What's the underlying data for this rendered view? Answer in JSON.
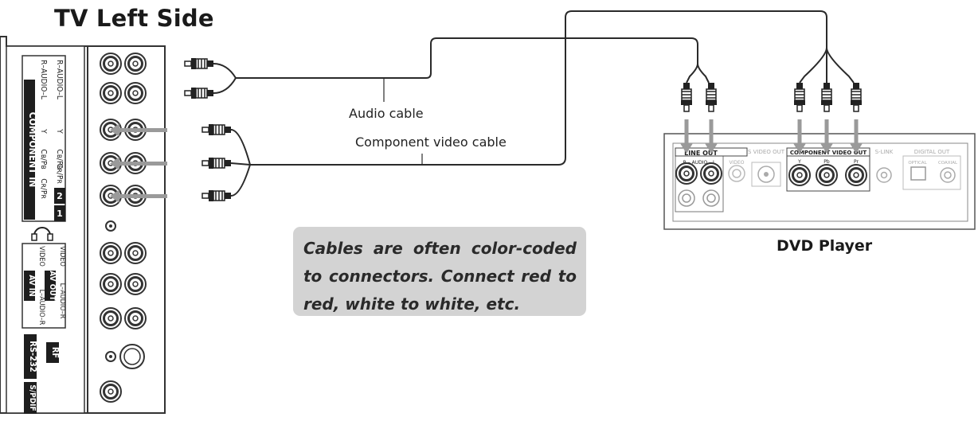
{
  "titles": {
    "tv_side": "TV Left Side",
    "dvd_player": "DVD Player"
  },
  "callouts": {
    "audio_cable": "Audio cable",
    "component_video_cable": "Component video cable"
  },
  "note": "Cables are often color-coded to connectors. Connect red to red, white to white, etc.",
  "tv_panel": {
    "audio_labels": [
      "R–AUDIO–L",
      "R–AUDIO–L"
    ],
    "y_labels": [
      "Y",
      "Y"
    ],
    "cb_labels": [
      "Cʙ/Pʙ",
      "Cʙ/Pʙ"
    ],
    "cr_labels": [
      "Cʀ/Pʀ",
      "Cʀ/Pʀ"
    ],
    "component_in": "COMPONENT IN",
    "input_numbers": [
      "1",
      "2"
    ],
    "video_labels": [
      "VIDEO",
      "VIDEO"
    ],
    "av_in": "AV IN",
    "av_out": "AV OUT",
    "audio_lr_labels": [
      "L–AUDIO–R",
      "L–AUDIO–R"
    ],
    "rs232": "RS-232",
    "rf": "RF",
    "spdif": "S/PDIF"
  },
  "dvd_panel": {
    "line_out": "LINE OUT",
    "audio": "R – AUDIO – L",
    "video": "VIDEO",
    "s_video_out": "S VIDEO OUT",
    "component_video_out": "COMPONENT VIDEO OUT",
    "comp_y": "Y",
    "comp_pb": "Pb",
    "comp_pr": "Pr",
    "s_link": "S-LINK",
    "digital_out": "DIGITAL OUT",
    "optical": "OPTICAL",
    "coaxial": "COAXIAL"
  },
  "colors": {
    "line": "#2a2a2a",
    "arrow": "#9a9a9a",
    "note_bg": "#d3d3d3",
    "panel_dark": "#1e1e1e"
  }
}
